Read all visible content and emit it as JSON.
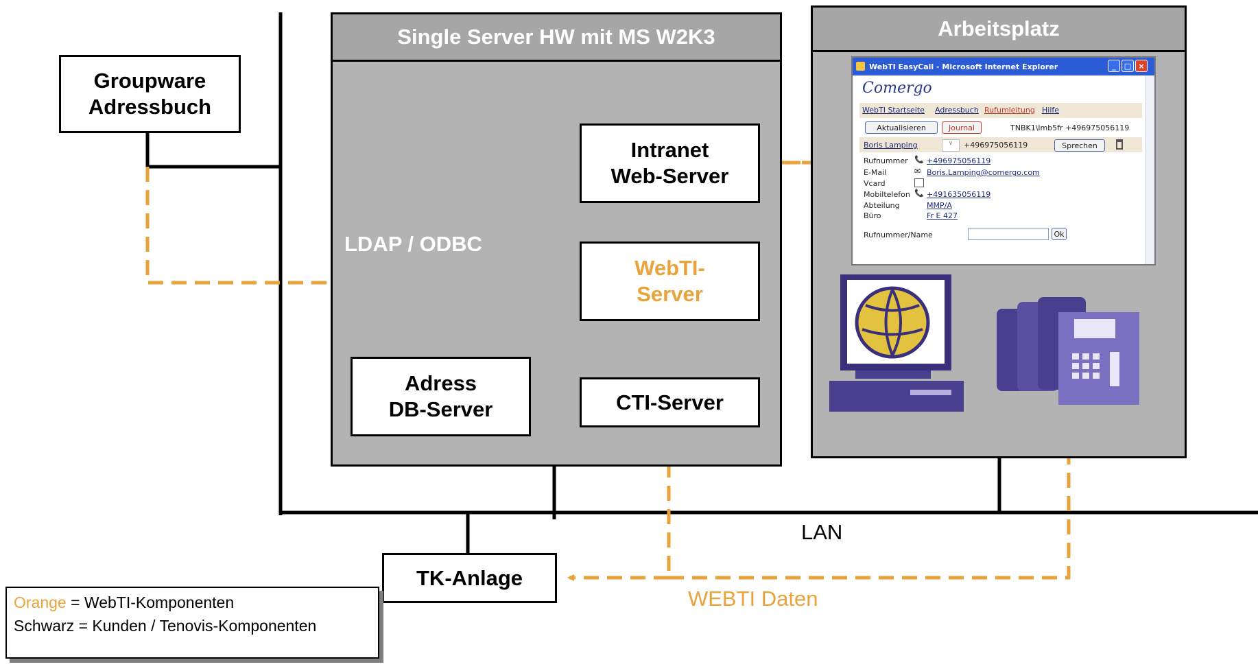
{
  "colors": {
    "orange": "#e8a33a",
    "black": "#000000",
    "region_gray": "#b3b3b3"
  },
  "boxes": {
    "groupware": [
      "Groupware",
      "Adressbuch"
    ],
    "intranet": [
      "Intranet",
      "Web-Server"
    ],
    "webti": [
      "WebTI-",
      "Server"
    ],
    "adress_db": [
      "Adress",
      "DB-Server"
    ],
    "cti": "CTI-Server",
    "tk": "TK-Anlage"
  },
  "regions": {
    "server_title": "Single Server HW mit MS W2K3",
    "workplace_title": "Arbeitsplatz"
  },
  "labels": {
    "ldap": "LDAP / ODBC",
    "lan": "LAN",
    "webti_daten": "WEBTI Daten"
  },
  "legend": {
    "line1_key": "Orange",
    "line1_rest": " = WebTI-Komponenten",
    "line2": "Schwarz = Kunden / Tenovis-Komponenten"
  },
  "browser": {
    "title": "WebTI EasyCall - Microsoft Internet Explorer",
    "brand": "Comergo",
    "nav": [
      "WebTI Startseite",
      "Adressbuch",
      "Rufumleitung",
      "Hilfe"
    ],
    "refresh_button": "Aktualisieren",
    "journal_button": "Journal",
    "user_line": "TNBK1\\lmb5fr  +496975056119",
    "contact_name": "Boris Lamping",
    "contact_number": "+496975056119",
    "speak_button": "Sprechen",
    "fields": {
      "rufnummer_label": "Rufnummer",
      "rufnummer_value": "+496975056119",
      "email_label": "E-Mail",
      "email_value": "Boris.Lamping@comergo.com",
      "vcard_label": "Vcard",
      "mobil_label": "Mobiltelefon",
      "mobil_value": "+491635056119",
      "abteilung_label": "Abteilung",
      "abteilung_value": "MMP/A",
      "buero_label": "Büro",
      "buero_value": "Fr E 427"
    },
    "search_label": "Rufnummer/Name",
    "search_value": "",
    "ok_button": "Ok"
  }
}
